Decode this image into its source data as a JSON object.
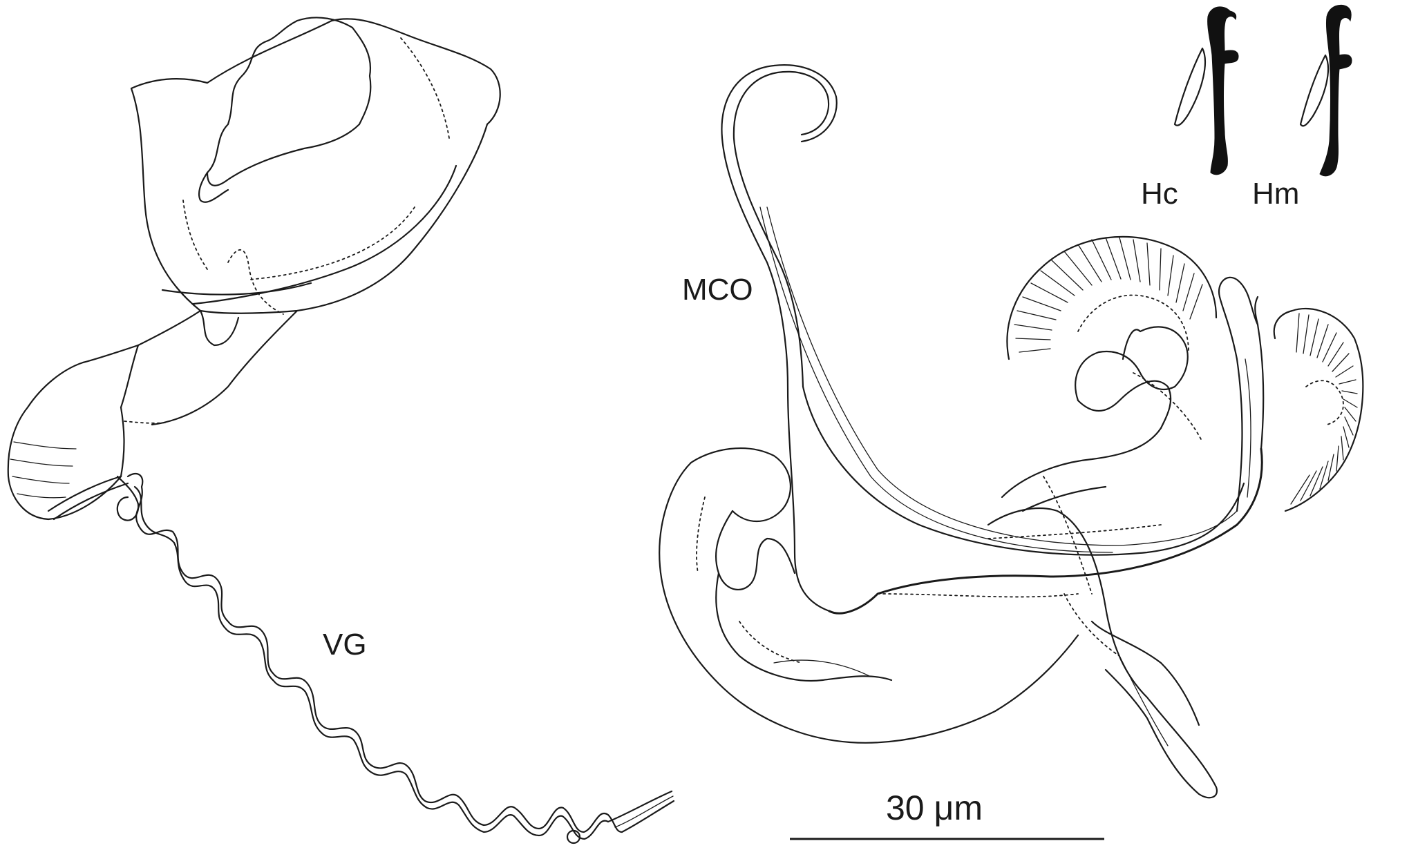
{
  "labels": {
    "vg": "VG",
    "mco": "MCO",
    "hc": "Hc",
    "hm": "Hm"
  },
  "scale_bar": {
    "text": "30 μm"
  }
}
